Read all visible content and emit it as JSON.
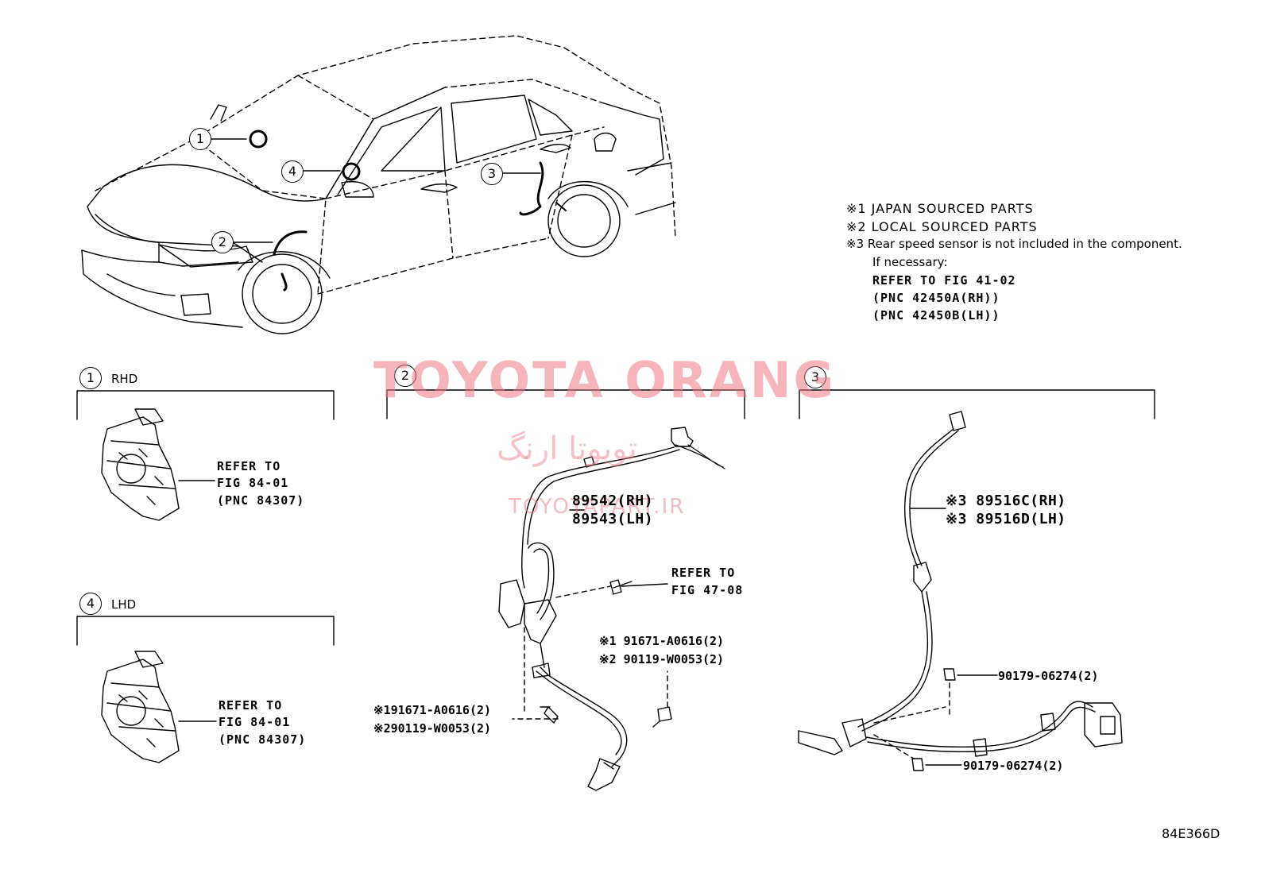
{
  "notes": {
    "n1": "※1 JAPAN SOURCED PARTS",
    "n2": "※2 LOCAL SOURCED PARTS",
    "n3": "※3 Rear speed sensor is not included in the component.",
    "n3_line2": "If necessary:",
    "refer": "REFER TO FIG 41-02",
    "pnc_rh": "(PNC 42450A(RH))",
    "pnc_lh": "(PNC 42450B(LH))"
  },
  "callouts": {
    "c1": "1",
    "c2": "2",
    "c3": "3",
    "c4": "4"
  },
  "sections": {
    "s1_num": "1",
    "s1_side": "RHD",
    "s4_num": "4",
    "s4_side": "LHD",
    "s2_num": "2",
    "s3_num": "3"
  },
  "spiral_refs": {
    "rhd_line1": "REFER TO",
    "rhd_line2": "FIG 84-01",
    "rhd_line3": "(PNC 84307)",
    "lhd_line1": "REFER TO",
    "lhd_line2": "FIG 84-01",
    "lhd_line3": "(PNC 84307)"
  },
  "front_sensor": {
    "rh": "89542(RH)",
    "lh": "89543(LH)",
    "refer_line1": "REFER TO",
    "refer_line2": "FIG 47-08",
    "bolt_right_1": "※1 91671-A0616(2)",
    "bolt_right_2": "※2 90119-W0053(2)",
    "bolt_left_1": "※191671-A0616(2)",
    "bolt_left_2": "※290119-W0053(2)"
  },
  "rear_sensor": {
    "rh": "※3 89516C(RH)",
    "lh": "※3 89516D(LH)",
    "clamp_upper": "90179-06274(2)",
    "clamp_lower": "90179-06274(2)"
  },
  "watermark": {
    "brand": "TOYOTA ORANG",
    "persian": "تویوتا ارنگ",
    "url": "TOYOTAPART.IR"
  },
  "figure_code": "84E366D"
}
